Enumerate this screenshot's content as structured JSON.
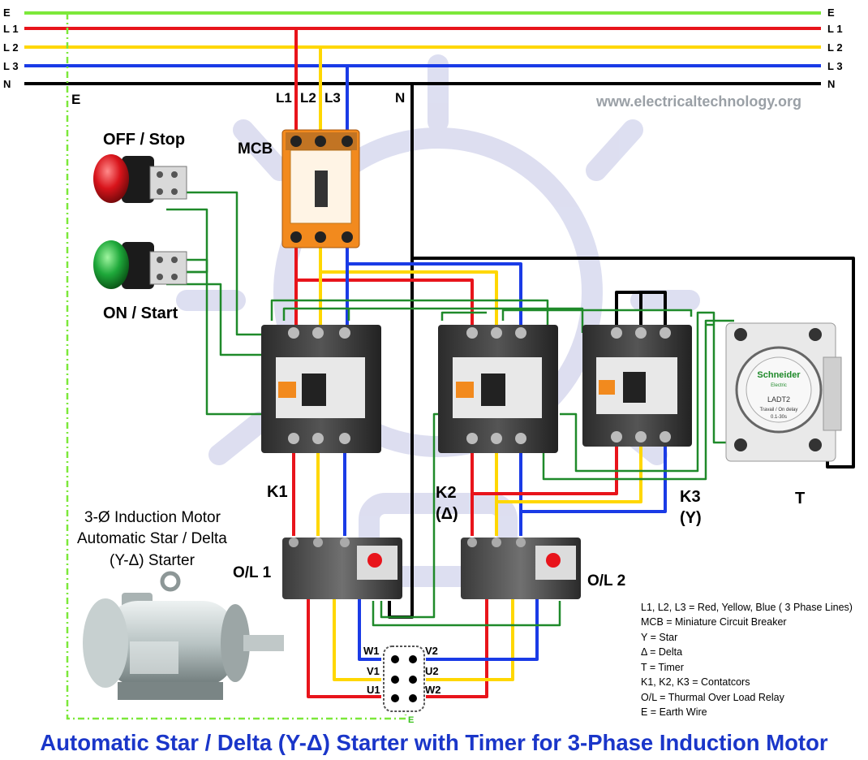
{
  "bus_labels": {
    "e_left": "E",
    "l1_left": "L 1",
    "l2_left": "L 2",
    "l3_left": "L 3",
    "n_left": "N",
    "e_right": "E",
    "l1_right": "L 1",
    "l2_right": "L 2",
    "l3_right": "L 3",
    "n_right": "N"
  },
  "drop_labels": {
    "e": "E",
    "l1": "L1",
    "l2": "L2",
    "l3": "L3",
    "n": "N"
  },
  "watermark": "www.electricaltechnology.org",
  "buttons": {
    "off": "OFF / Stop",
    "on": "ON / Start"
  },
  "mcb": {
    "label": "MCB"
  },
  "contactors": {
    "k1": "K1",
    "k2": "K2",
    "k2_sub": "(Δ)",
    "k3": "K3",
    "k3_sub": "(Y)"
  },
  "timer": {
    "label": "T",
    "brand": "Schneider",
    "brand_sub": "Electric",
    "model": "LADT2",
    "mode": "Travail / On delay",
    "range": "0.1-30s"
  },
  "overloads": {
    "ol1": "O/L 1",
    "ol2": "O/L 2"
  },
  "motor": {
    "line1": "3-Ø Induction Motor",
    "line2": "Automatic Star / Delta",
    "line3": "(Y-Δ) Starter"
  },
  "terminals": {
    "w1": "W1",
    "v1": "V1",
    "u1": "U1",
    "v2": "V2",
    "u2": "U2",
    "w2": "W2",
    "e": "E"
  },
  "legend": [
    "L1, L2, L3 = Red, Yellow, Blue ( 3 Phase Lines)",
    "MCB = Miniature Circuit Breaker",
    "Y = Star",
    "Δ = Delta",
    "T = Timer",
    "K1, K2, K3 = Contatcors",
    "O/L = Thurmal Over Load Relay",
    "E = Earth Wire"
  ],
  "title": "Automatic Star / Delta (Y-Δ) Starter with Timer for 3-Phase Induction Motor",
  "colors": {
    "red": "#e8141b",
    "yellow": "#ffd700",
    "blue": "#1a3be6",
    "green": "#7ce83a",
    "black": "#000000",
    "dark_green": "#1f8a2a",
    "orange": "#f28a1e",
    "title": "#1a36c9"
  }
}
